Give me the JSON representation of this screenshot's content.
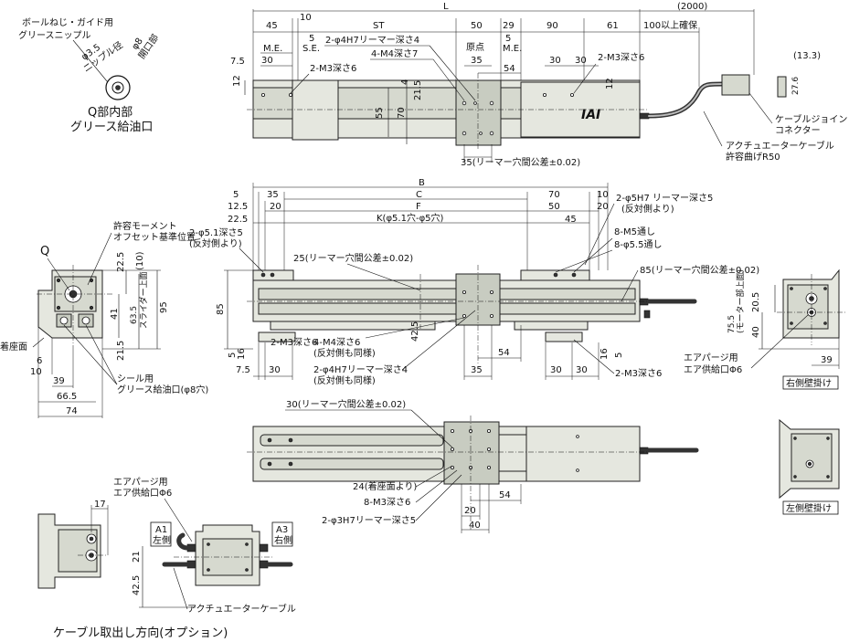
{
  "notes": {
    "grease_nipple_title": "ボールねじ・ガイド用",
    "grease_nipple_title2": "グリースニップル",
    "nipple_dia": "φ3.5",
    "nipple_dia_label": "ニップル径",
    "open_dia": "φ8",
    "open_dia_label": "開口部",
    "q_inner1": "Q部内部",
    "q_inner2": "グリース給油口",
    "cable_joint1": "ケーブルジョイント",
    "cable_joint2": "コネクター",
    "actuator_cable1": "アクチュエーターケーブル",
    "actuator_cable2": "許容曲げR50",
    "allow_moment1": "許容モーメント",
    "allow_moment2": "オフセット基準位置",
    "mount_face": "着座面",
    "seal_grease1": "シール用",
    "seal_grease2": "グリース給油口(φ8穴)",
    "air_purge1": "エアパージ用",
    "air_purge2": "エア供給口Φ6",
    "right_wall": "右側壁掛け",
    "left_wall": "左側壁掛け",
    "cable_option_title": "ケーブル取出し方向(オプション)",
    "a1_1": "A1",
    "a1_2": "左側",
    "a3_1": "A3",
    "a3_2": "右側",
    "actuator_cable_short": "アクチュエーターケーブル",
    "air_purge_b1": "エアパージ用",
    "air_purge_b2": "エア供給口Φ6",
    "brand": "IAI",
    "q_label": "Q"
  },
  "top_view": {
    "L": "L",
    "d2000": "(2000)",
    "d45": "45",
    "d10": "10",
    "ST": "ST",
    "d50": "50",
    "d29": "29",
    "d90": "90",
    "d61": "61",
    "over100": "100以上確保",
    "d5a": "5",
    "me1": "M.E.",
    "se": "S.E.",
    "d30a": "30",
    "ream_4h7": "2-φ4H7リーマー深さ4",
    "m4": "4-M4深さ7",
    "origin": "原点",
    "d5b": "5",
    "me2": "M.E.",
    "d35": "35",
    "d54": "54",
    "d30b": "30",
    "d30c": "30",
    "m3_6a": "2-M3深さ6",
    "m3_6b": "2-M3深さ6",
    "d7_5": "7.5",
    "d12a": "12",
    "d4": "4",
    "d21_5": "21.5",
    "d55": "55",
    "d70": "70",
    "d12b": "12",
    "ream35": "35(リーマー穴間公差±0.02)",
    "d13_3": "(13.3)",
    "d27_6": "27.6"
  },
  "front_view": {
    "B": "B",
    "C": "C",
    "F": "F",
    "K": "K(φ5.1穴-φ5穴)",
    "d5": "5",
    "d35": "35",
    "d12_5": "12.5",
    "d20a": "20",
    "d22_5": "22.5",
    "d70": "70",
    "d10": "10",
    "d50": "50",
    "d20b": "20",
    "d45": "45",
    "ream_5h7": "2-φ5H7 リーマー深さ5",
    "opp1": "(反対側より)",
    "hole51": "2-φ5.1深さ5",
    "opp2": "(反対側より)",
    "m5": "8-M5通し",
    "h55": "8-φ5.5通し",
    "ream25": "25(リーマー穴間公差±0.02)",
    "ream85": "85(リーマー穴間公差±0.02)",
    "d85": "85",
    "d42_5": "42.5",
    "m3_6": "2-M3深さ6",
    "m4_6": "4-M4深さ6",
    "same1": "(反対側も同様)",
    "h7_4": "2-φ4H7リーマー深さ4",
    "same2": "(反対側も同様)",
    "d5b": "5",
    "d16a": "16",
    "d7_5": "7.5",
    "d30a": "30",
    "d35b": "35",
    "d54": "54",
    "d30b": "30",
    "d30c": "30",
    "d16b": "16",
    "d5c": "5",
    "m3_6b": "2-M3深さ6"
  },
  "left_view": {
    "d22_5": "22.5",
    "d10p": "(10)",
    "d41": "41",
    "d63_5": "63.5",
    "slider_top": "スライダー上面",
    "d95": "95",
    "d21_5": "21.5",
    "d6": "6",
    "d10": "10",
    "d39": "39",
    "d66_5": "66.5",
    "d74": "74"
  },
  "right_view": {
    "d20_5": "20.5",
    "d75_5": "75.5",
    "motor_top": "(モーター部上面)",
    "d40": "40",
    "d39": "39"
  },
  "bottom_view": {
    "ream30": "30(リーマー穴間公差±0.02)",
    "d24": "24(着座面より)",
    "m3_6": "8-M3深さ6",
    "h3h7": "2-φ3H7リーマー深さ5",
    "d54": "54",
    "d20": "20",
    "d40": "40"
  },
  "option_view": {
    "d17": "17",
    "d21": "21",
    "d42_5": "42.5"
  }
}
